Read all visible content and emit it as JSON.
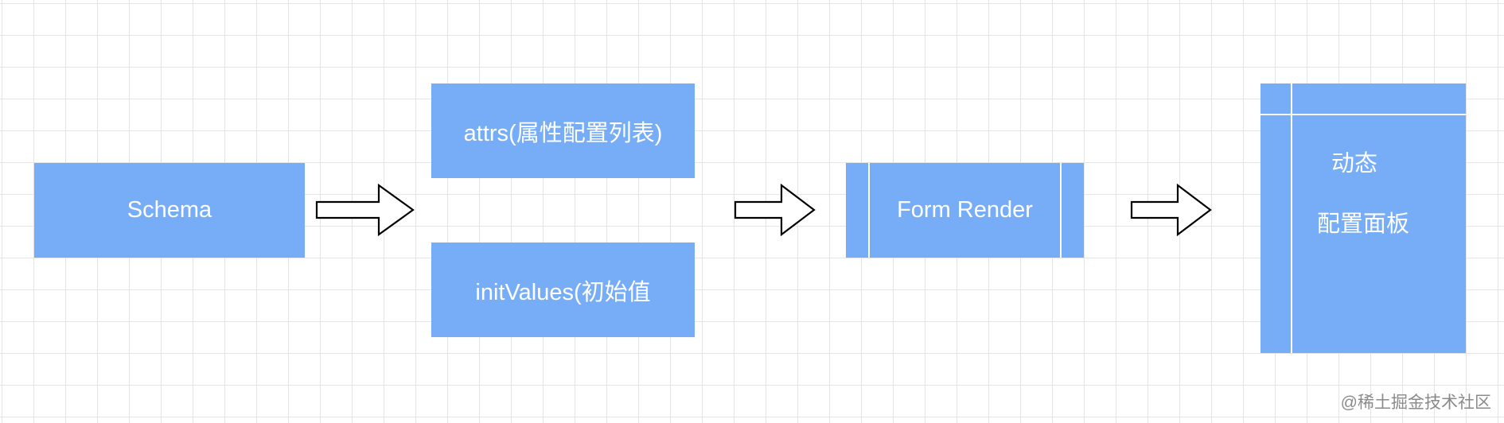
{
  "nodes": {
    "schema": "Schema",
    "attrs": "attrs(属性配置列表)",
    "init_values": "initValues(初始值",
    "form_render": "Form Render",
    "panel_line1": "动态",
    "panel_line2": "配置面板"
  },
  "watermark": "@稀土掘金技术社区",
  "colors": {
    "box_fill": "#76adf6",
    "box_text": "#ffffff",
    "grid": "#e4e4e4",
    "arrow_stroke": "#000000"
  },
  "icons": [
    "arrow-right-icon",
    "arrow-right-icon",
    "arrow-right-icon"
  ]
}
